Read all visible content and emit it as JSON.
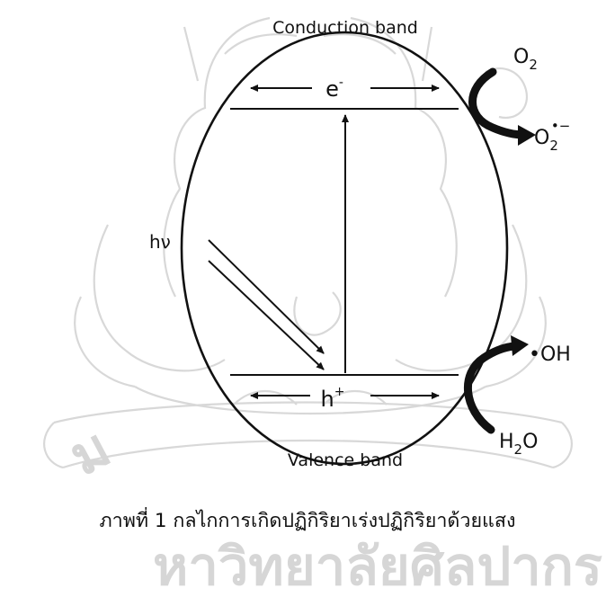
{
  "diagram": {
    "conduction_band_label": "Conduction band",
    "valence_band_label": "Valence band",
    "electron_label": "e",
    "electron_charge": "-",
    "hole_label": "h",
    "hole_charge": "+",
    "photon_label": "hν",
    "oxygen": {
      "base": "O",
      "sub": "2"
    },
    "superoxide": {
      "base": "O",
      "sub": "2",
      "charge": "•−"
    },
    "hydroxyl_radical": "•OH",
    "water": {
      "h": "H",
      "sub": "2",
      "o": "O"
    },
    "line_color": "#111111",
    "watermark_color": "#d8d8d8"
  },
  "caption": "ภาพที่ 1 กลไกการเกิดปฏิกิริยาเร่งปฏิกิริยาด้วยแสง",
  "watermark": {
    "upper_text": "ม",
    "lower_text": "หาวิทยาลัยศิลปากร"
  }
}
